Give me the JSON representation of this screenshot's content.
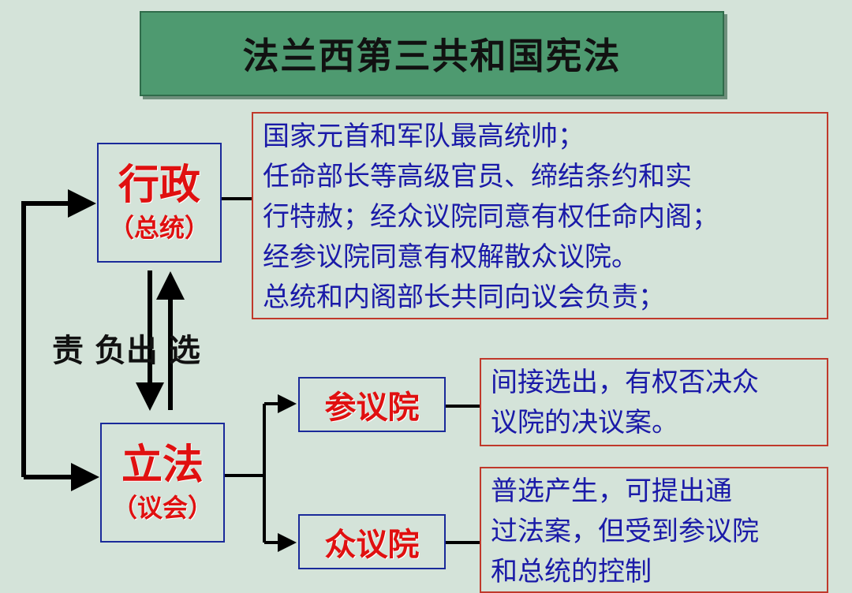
{
  "title": "法兰西第三共和国宪法",
  "executive": {
    "name": "行政",
    "sub": "（总统）"
  },
  "legislature": {
    "name": "立法",
    "sub": "（议会）"
  },
  "senate": "参议院",
  "chamber": "众议院",
  "relation_label": "责 负出 选",
  "executive_powers": [
    "国家元首和军队最高统帅；",
    "任命部长等高级官员、缔结条约和实",
    "行特赦；经众议院同意有权任命内阁；",
    "经参议院同意有权解散众议院。",
    "总统和内阁部长共同向议会负责；"
  ],
  "senate_desc": [
    "间接选出，有权否决众",
    "议院的决议案。"
  ],
  "chamber_desc": [
    "普选产生，可提出通",
    "过法案，但受到参议院",
    "和总统的控制"
  ]
}
